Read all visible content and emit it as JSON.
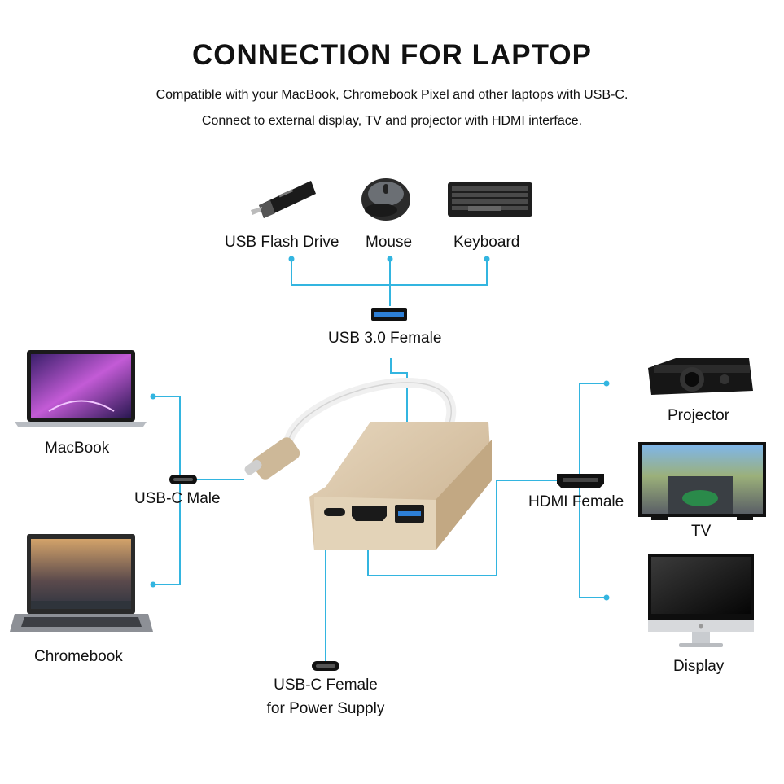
{
  "header": {
    "title": "CONNECTION FOR LAPTOP",
    "line1": "Compatible with your MacBook, Chromebook Pixel and other laptops with USB-C.",
    "line2": "Connect to external display, TV and projector with HDMI interface."
  },
  "top_devices": {
    "flash": "USB Flash Drive",
    "mouse": "Mouse",
    "keyboard": "Keyboard"
  },
  "ports": {
    "usb3": "USB 3.0 Female",
    "usbc_male": "USB-C Male",
    "hdmi": "HDMI Female",
    "usbc_female_1": "USB-C Female",
    "usbc_female_2": "for Power Supply"
  },
  "left_devices": {
    "macbook": "MacBook",
    "chromebook": "Chromebook"
  },
  "right_devices": {
    "projector": "Projector",
    "tv": "TV",
    "display": "Display"
  },
  "colors": {
    "connector_line": "#33b5e0",
    "hub_body": "#d8c3a4",
    "title_text": "#111111"
  }
}
